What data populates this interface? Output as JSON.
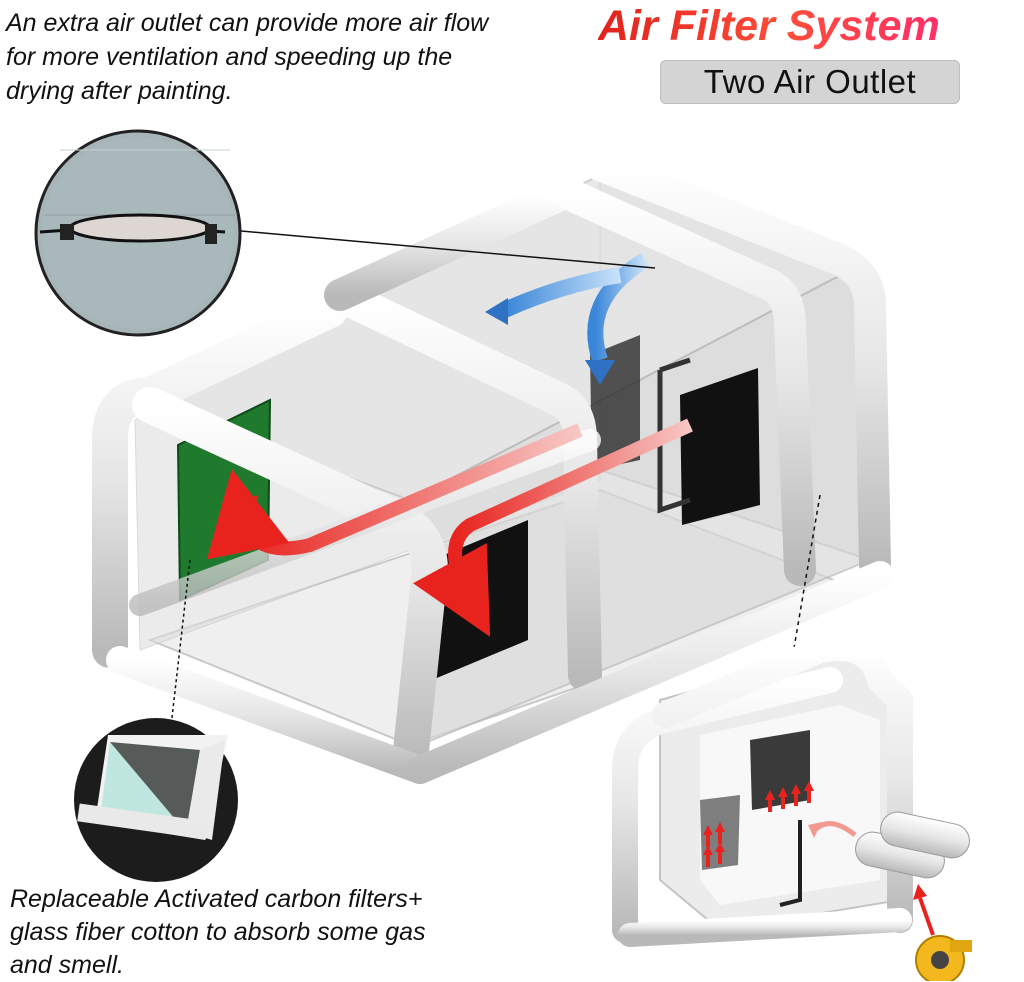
{
  "header": {
    "title": "Air Filter System",
    "subtitle": "Two Air Outlet"
  },
  "notes": {
    "top_line_1": "An extra air outlet can provide more air flow",
    "top_line_2": "for more ventilation and speeding up the",
    "top_line_3": "drying after painting.",
    "bottom_line_1": "Replaceable Activated carbon filters+",
    "bottom_line_2": "glass fiber cotton to absorb some gas",
    "bottom_line_3": "and smell."
  },
  "colors": {
    "title_gradient_start": "#e0231b",
    "title_gradient_end": "#ff2f6a",
    "filter_green": "#1f7a2e",
    "airflow_red": "#e8231e",
    "airflow_blue": "#3a86d8",
    "blower_yellow": "#f2b81d"
  }
}
